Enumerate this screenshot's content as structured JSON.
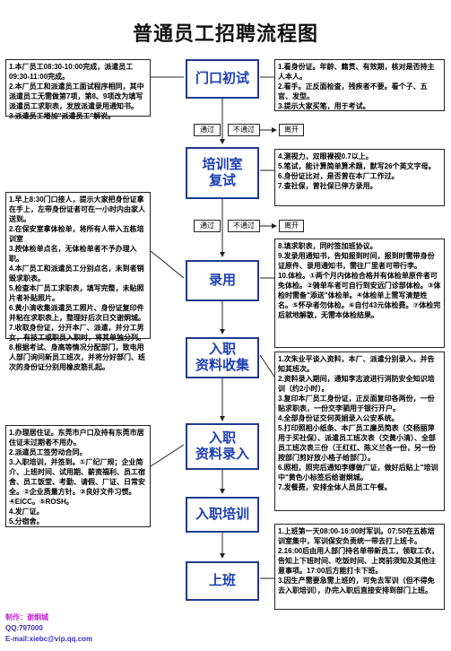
{
  "title": "普通员工招聘流程图",
  "steps": [
    {
      "label": "门口初试"
    },
    {
      "label": "培训室\n复试"
    },
    {
      "label": "录用"
    },
    {
      "label": "入职\n资料收集"
    },
    {
      "label": "入职\n资料录入"
    },
    {
      "label": "入职培训"
    },
    {
      "label": "上班"
    }
  ],
  "tags": {
    "pass1": "通过",
    "fail1": "不通过",
    "leave1": "离开",
    "pass2": "通过",
    "fail2": "不通过",
    "leave2": "离开"
  },
  "left_notes": [
    "1.本厂员工08:30-10:00完成，派遣员工09:30-11:00完成。\n2.本厂员工和派遣员工面试程序相同，其中派遣员工无需做第7项，第8、9项改为填写派遣员工求职表，发放派遣录用通知书。\n3.派遣员工增加\"派遣员工\"解说。",
    "1.早上8:30门口接人，提示大家把身份证拿在手上，左带身份证者可在一小时内由家人送到。\n2.在保安室拿体检单，将所有人带入五栋培训室\n3.按体检单点名，无体检单者不予办理入职。\n4.本厂员工和派遣员工分别点名，未到者销毁求职表。\n5.检查本厂员工求职表，填写完整，未贴照片者补贴照片。\n6.黄小清收集派遣员工照片、身份证复印件并粘在求职表上，整理好后次日交谢炯城。\n7.收取身份证，分开本厂、派遣，并分工男女，有技工或职员入职时，将其单独分列。\n8.根据考试、身高等情况分配部门，致电用人部门询问新员工班次，并将分好部门、班次的身份证分别用橡皮筋扎起。",
    "1.办理居住证。东莞市户口及持有东莞市居住证未过期者不用办。\n2.派遣员工签劳动合同。\n3.入职培训，并签到。①厂纪厂规；企业简介、上班时间、试用期、薪资福利、员工宿舍、员工饭堂、考勤、请假、厂证、日常安全。②企业质量方针。③良好文件习惯。④EICC。⑤ROSH。\n4.发厂证。\n5.分宿舍。"
  ],
  "right_notes": [
    "1.看身份证。年龄、籍贯、有效期，核对是否持主人本人。\n2.看手。正反面检查，残疾者不要。看个子、五官、发型。\n3.提示大家买笔，用于考试。",
    "4.测视力，双眼裸视0.7以上。\n5.笔试，能计算简单算术题，默写26个英文字母。\n6.身份证比对，是否曾在本厂工作过。\n7.查社保，曾社保已停方录用。",
    "8.填求职表，同时签加班协议。\n9.发录用通知书，告知报到时间，报到时需带身份证原件、录用通知书，需往厂里者可带行李。\n10.体检。①两个月内体检合格并有体检单原件者可免体检。②骑单车者可自行到安远门诊部体检。③体检时需备\"添送\"体检单。④体检单上需写清楚姓名。⑤怀孕者勿体检。⑥自付43元体检费。⑦体检完后就地解散，无需本体检结果。",
    "1.次朱业平谈入资料，本厂、派遣分别录入，并告知其班次。\n2.资料录入期间，通知李志波进行消防安全知识培训（约2小时）。\n3.复印本厂员工身份证，正反面复印各两份，一份贴求职表，一份交李驷用于银行开户。\n4.全部身份证交何英娟录入公安系统。\n5.打印照相小纸条、本厂员工廉员简表（交杨丽萍用于买社保）、派遣员工班次表（交黄小清）、全部员工班次表三份（王红红、陈义兰各一份，另一份按部门剪好放小格子给部门）。\n6.照相，照完后通知李娜做厂证，做好后贴上\"培训中\"黄色小标签后给谢炯城。\n7.发餐费，安排全体人员员工午餐。",
    "1.上班第一天08:00-16:00时军训。07:50在五栋培训室集中，军训保安负责统一带去打上班卡。\n2.16:00后由用人部门持名单带新员工，领取工衣，告知上下班时间、吃饭时间、上岗前须知及其他注意事项。17:00后方能打卡下班。\n3.因生产需要急需上班的，可免去军训（但不得免去入职培训），办完入职后直接安排到部门上班。"
  ],
  "footer": {
    "author": "制作：谢炯城",
    "qq": "QQ:797000",
    "email": "E-mail:xiebc@vip.qq.com"
  }
}
